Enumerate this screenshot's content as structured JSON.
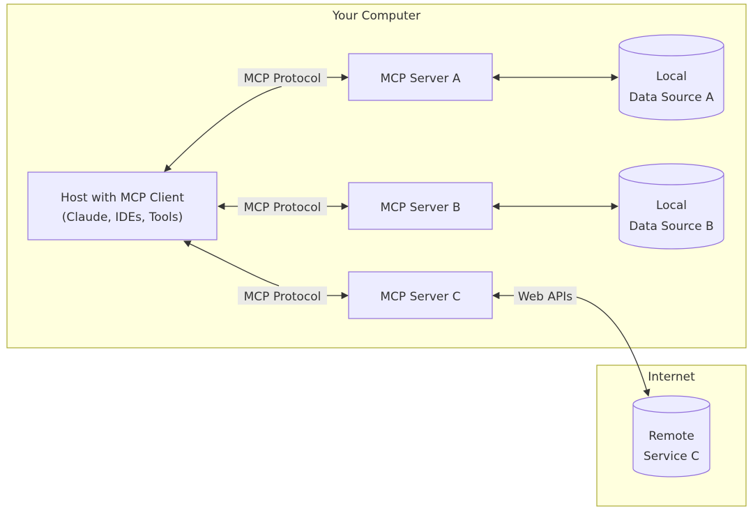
{
  "clusters": {
    "your_computer": {
      "label": "Your Computer"
    },
    "internet": {
      "label": "Internet"
    }
  },
  "nodes": {
    "host": {
      "line1": "Host with MCP Client",
      "line2": "(Claude, IDEs, Tools)"
    },
    "server_a": {
      "label": "MCP Server A"
    },
    "server_b": {
      "label": "MCP Server B"
    },
    "server_c": {
      "label": "MCP Server C"
    },
    "data_a": {
      "line1": "Local",
      "line2": "Data Source A"
    },
    "data_b": {
      "line1": "Local",
      "line2": "Data Source B"
    },
    "remote_c": {
      "line1": "Remote",
      "line2": "Service C"
    }
  },
  "edges": {
    "host_to_a": {
      "label": "MCP Protocol"
    },
    "host_to_b": {
      "label": "MCP Protocol"
    },
    "host_to_c": {
      "label": "MCP Protocol"
    },
    "c_to_remote": {
      "label": "Web APIs"
    }
  },
  "colors": {
    "cluster_fill": "#ffffde",
    "cluster_stroke": "#aaaa33",
    "node_fill": "#ececff",
    "node_stroke": "#9370db",
    "edge": "#333333",
    "edge_label_bg": "#e8e8e8"
  }
}
